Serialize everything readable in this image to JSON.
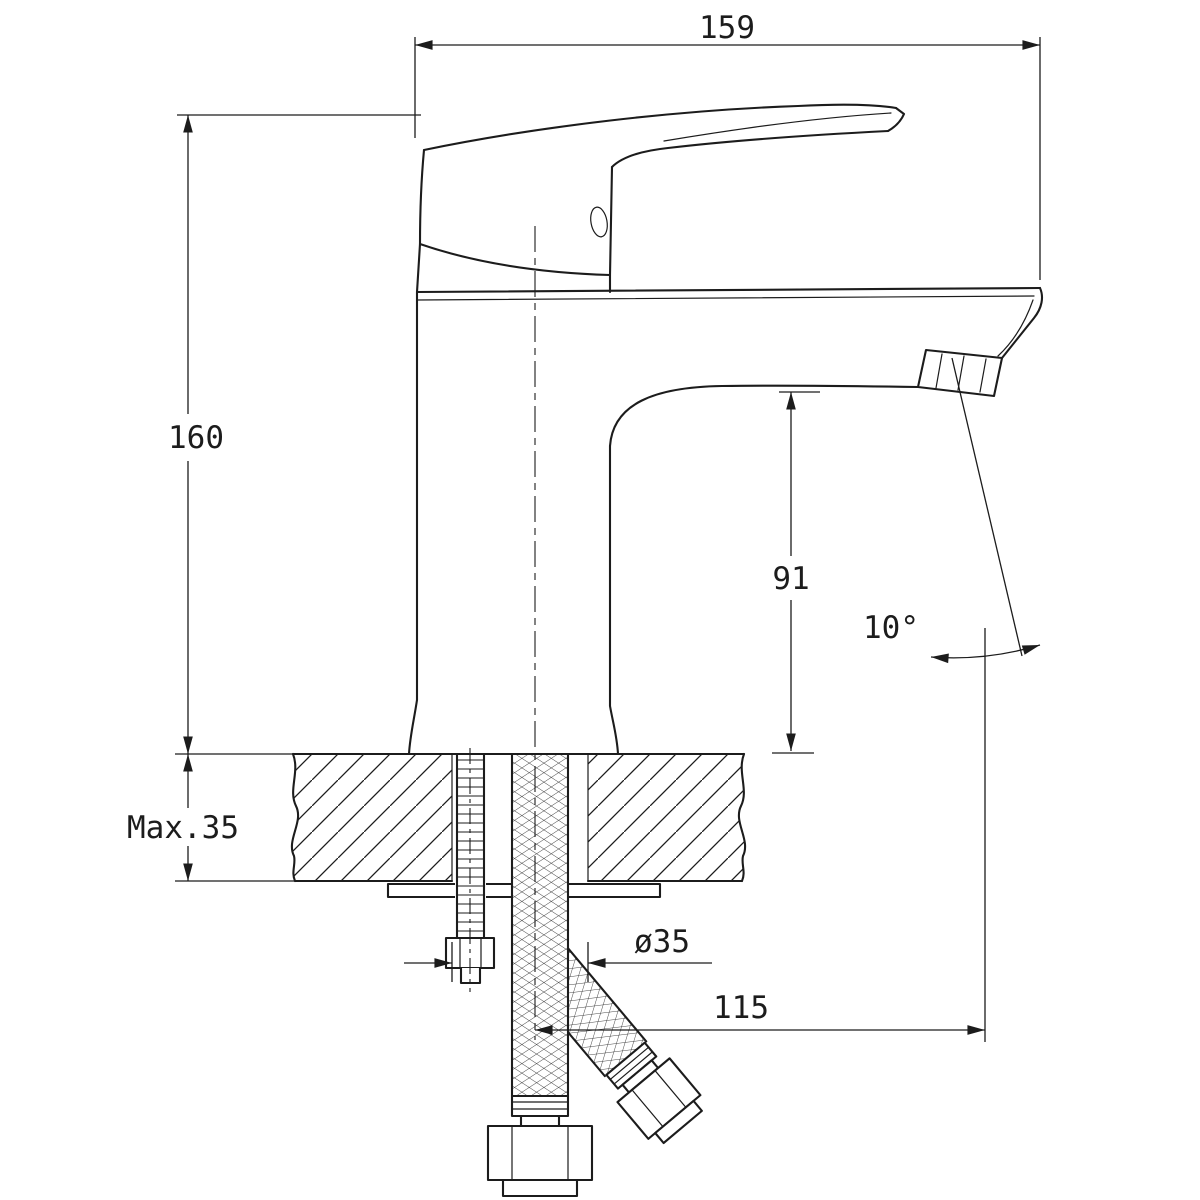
{
  "drawing": {
    "subject": "single-lever basin faucet, side elevation with deck mounting section and supply hoses",
    "colors": {
      "line": "#1c1c1c",
      "background": "#ffffff"
    },
    "labels": {
      "total_width": "159",
      "total_height": "160",
      "spout_outlet_height": "91",
      "spout_angle": "10°",
      "max_deck_thickness": "Max.35",
      "mounting_hole_diameter": "ø35",
      "spout_reach": "115"
    }
  }
}
